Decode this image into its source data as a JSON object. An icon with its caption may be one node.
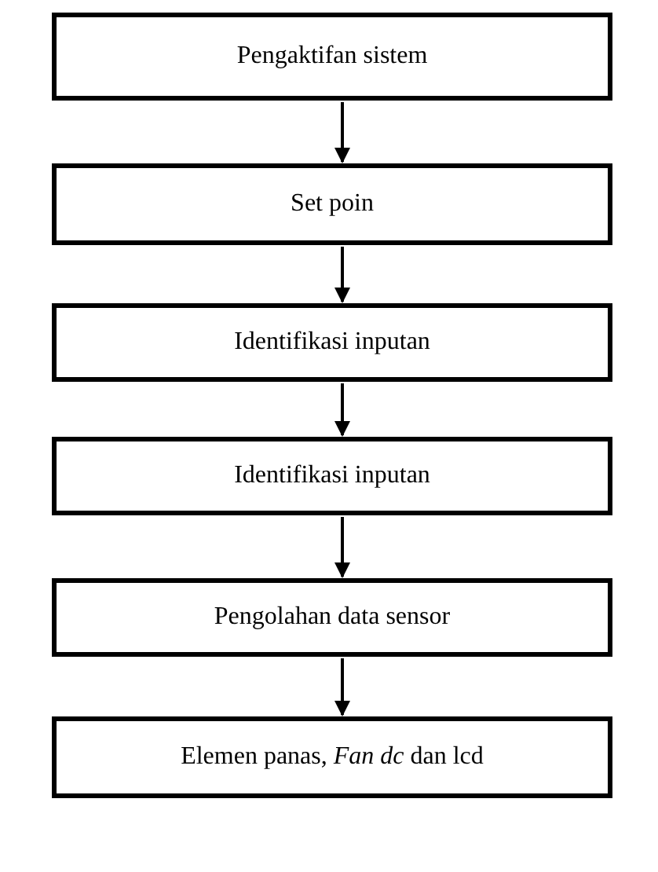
{
  "diagram": {
    "nodes": [
      {
        "text": [
          "Pengaktifan sistem"
        ]
      },
      {
        "text": [
          "Set poin"
        ]
      },
      {
        "text": [
          "Identifikasi inputan"
        ]
      },
      {
        "text": [
          "Identifikasi inputan"
        ]
      },
      {
        "text": [
          "Pengolahan data sensor"
        ]
      },
      {
        "text": [
          "Elemen panas, *Fan dc* dan lcd"
        ]
      }
    ],
    "edges": [
      {
        "from": 0,
        "to": 1,
        "arrow": "to"
      },
      {
        "from": 1,
        "to": 2,
        "arrow": "to"
      },
      {
        "from": 2,
        "to": 3,
        "arrow": "to"
      },
      {
        "from": 3,
        "to": 4,
        "arrow": "to"
      },
      {
        "from": 4,
        "to": 5,
        "arrow": "to"
      }
    ]
  }
}
